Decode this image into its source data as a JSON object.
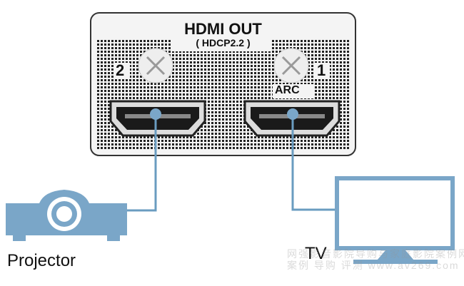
{
  "panel": {
    "title": "HDMI OUT",
    "subtitle": "( HDCP2.2 )",
    "port2_label": "2",
    "port1_label": "1",
    "port1_sub": "ARC"
  },
  "devices": {
    "projector_label": "Projector",
    "tv_label": "TV"
  },
  "colors": {
    "device": "#7aa6c8",
    "cable": "#6a9cc0",
    "panel_bg": "#f2f2f2",
    "dots": "#222222"
  },
  "watermark": {
    "line1": "网强影音影院导购与家庭影院案例网",
    "line2": "案例 导购 评测 www.av269.com"
  }
}
